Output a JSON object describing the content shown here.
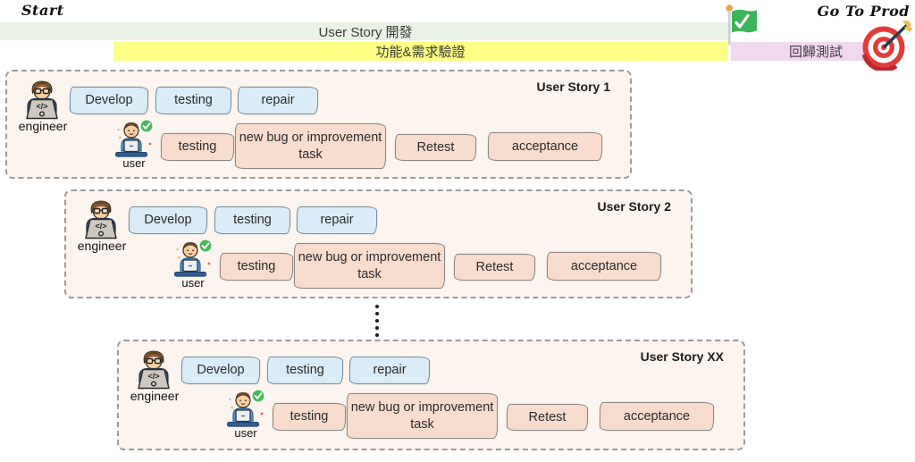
{
  "header": {
    "start_label": "Start",
    "go_to_prod_label": "Go To Prod",
    "banner_dev": {
      "label": "User Story 開發",
      "color": "#e9f2e4"
    },
    "banner_verify": {
      "label": "功能&需求驗證",
      "color": "#feff84"
    },
    "banner_regression": {
      "label": "回歸測試",
      "color": "#f2d8ee"
    },
    "flag_icon": "green-flag-with-checkmark",
    "dartboard_icon": "dartboard-with-dart"
  },
  "stories": [
    {
      "title": "User Story 1",
      "engineer_label": "engineer",
      "user_label": "user",
      "engineer_tasks": [
        "Develop",
        "testing",
        "repair"
      ],
      "user_tasks": [
        "testing",
        "new bug or improvement task",
        "Retest",
        "acceptance"
      ]
    },
    {
      "title": "User Story 2",
      "engineer_label": "engineer",
      "user_label": "user",
      "engineer_tasks": [
        "Develop",
        "testing",
        "repair"
      ],
      "user_tasks": [
        "testing",
        "new bug or improvement task",
        "Retest",
        "acceptance"
      ]
    },
    {
      "title": "User Story XX",
      "engineer_label": "engineer",
      "user_label": "user",
      "engineer_tasks": [
        "Develop",
        "testing",
        "repair"
      ],
      "user_tasks": [
        "testing",
        "new bug or improvement task",
        "Retest",
        "acceptance"
      ]
    }
  ],
  "colors": {
    "engineer_task_fill": "#daecf7",
    "user_task_fill": "#f8dccd",
    "story_fill": "#fcf4ee",
    "flag_green": "#3cb458",
    "dartboard_red": "#e23c39"
  }
}
